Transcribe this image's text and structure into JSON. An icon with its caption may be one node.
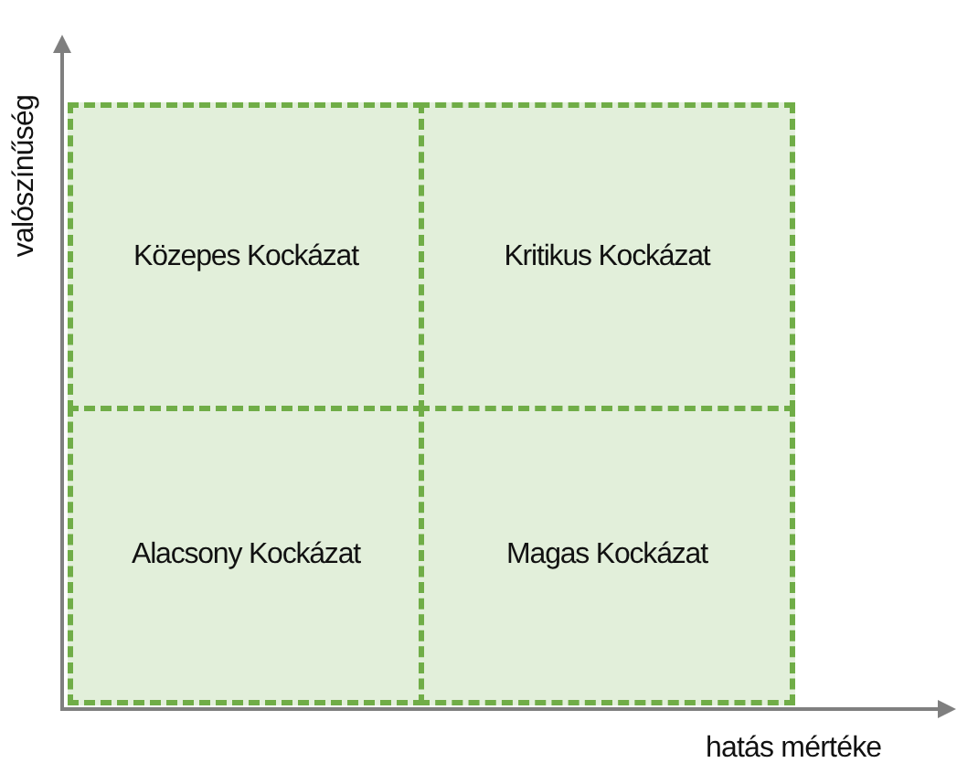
{
  "diagram": {
    "nodes": [
      {
        "text": [
          "Közepes Kockázat"
        ]
      },
      {
        "text": [
          "Kritikus Kockázat"
        ]
      },
      {
        "text": [
          "Alacsony Kockázat"
        ]
      },
      {
        "text": [
          "Magas Kockázat"
        ]
      }
    ],
    "edges": [],
    "labels": [
      "valószínűség",
      "hatás mértéke"
    ]
  }
}
